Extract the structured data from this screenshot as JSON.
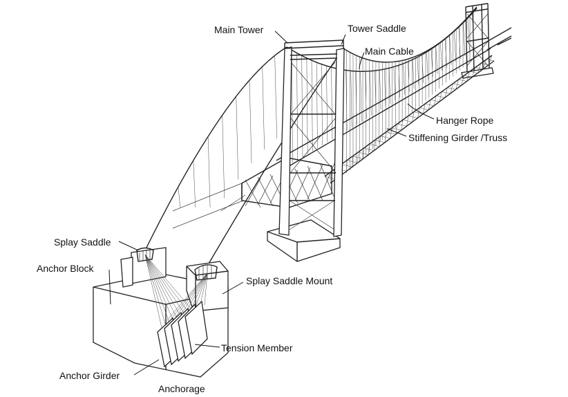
{
  "labels": {
    "main_tower": "Main Tower",
    "tower_saddle": "Tower Saddle",
    "main_cable": "Main Cable",
    "hanger_rope": "Hanger Rope",
    "stiffening_girder": "Stiffening Girder /Truss",
    "splay_saddle": "Splay Saddle",
    "anchor_block": "Anchor Block",
    "splay_saddle_mount": "Splay Saddle Mount",
    "tension_member": "Tension Member",
    "anchor_girder": "Anchor Girder",
    "anchorage": "Anchorage"
  },
  "colors": {
    "ink": "#222222",
    "background": "#ffffff"
  }
}
